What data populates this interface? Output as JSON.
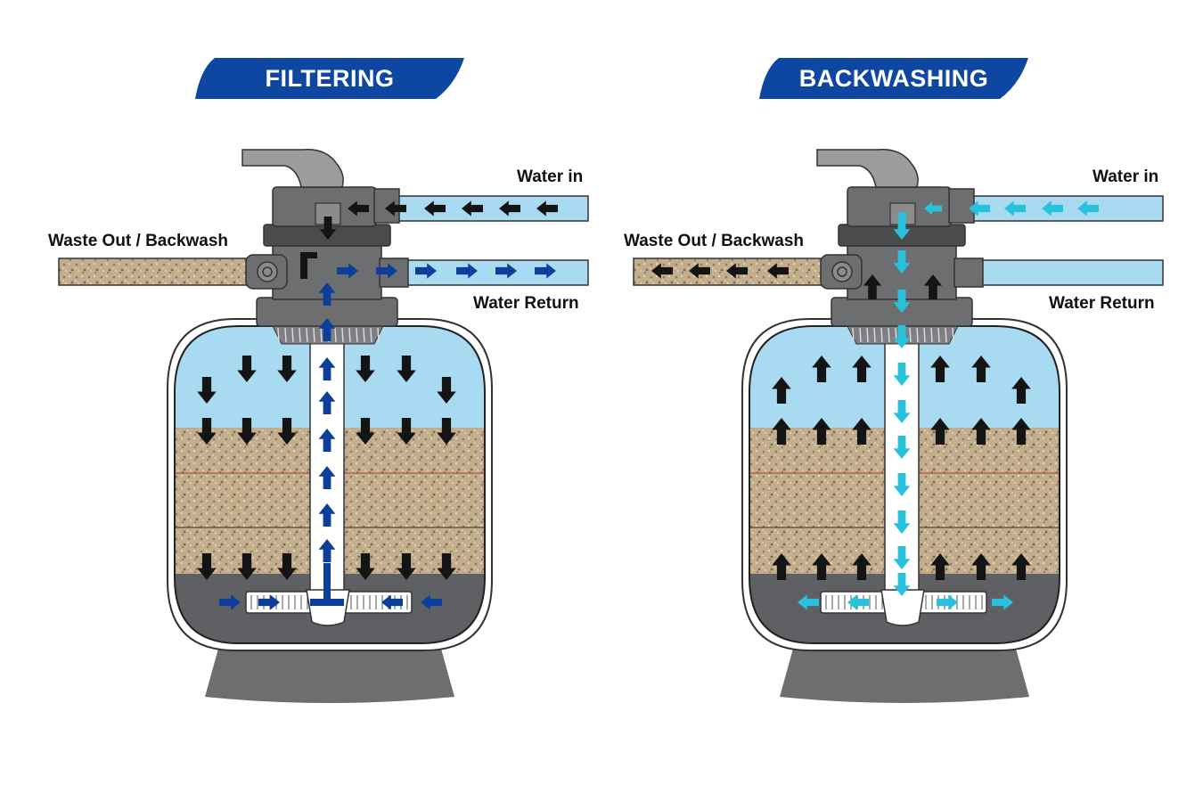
{
  "panels": [
    {
      "mode": "filtering",
      "title": "FILTERING",
      "labels": {
        "water_in": "Water in",
        "waste_out": "Waste Out / Backwash",
        "water_return": "Water Return"
      },
      "flow_color": "#0d3f9a"
    },
    {
      "mode": "backwashing",
      "title": "BACKWASHING",
      "labels": {
        "water_in": "Water in",
        "waste_out": "Waste Out / Backwash",
        "water_return": "Water Return"
      },
      "flow_color": "#28c2dc"
    }
  ],
  "colors": {
    "banner": "#0d47a1",
    "water": "#a8daf2",
    "pipe_water": "#a8daf2",
    "sand": "#c2ad8c",
    "sand_dark": "#8e7a5c",
    "valve": "#6d6e70",
    "valve_dark": "#4a4b4d",
    "gravel_base": "#5f6063",
    "black_arrow": "#141414"
  },
  "icons": [
    "down-arrow-icon",
    "up-arrow-icon",
    "left-arrow-icon",
    "right-arrow-icon"
  ]
}
